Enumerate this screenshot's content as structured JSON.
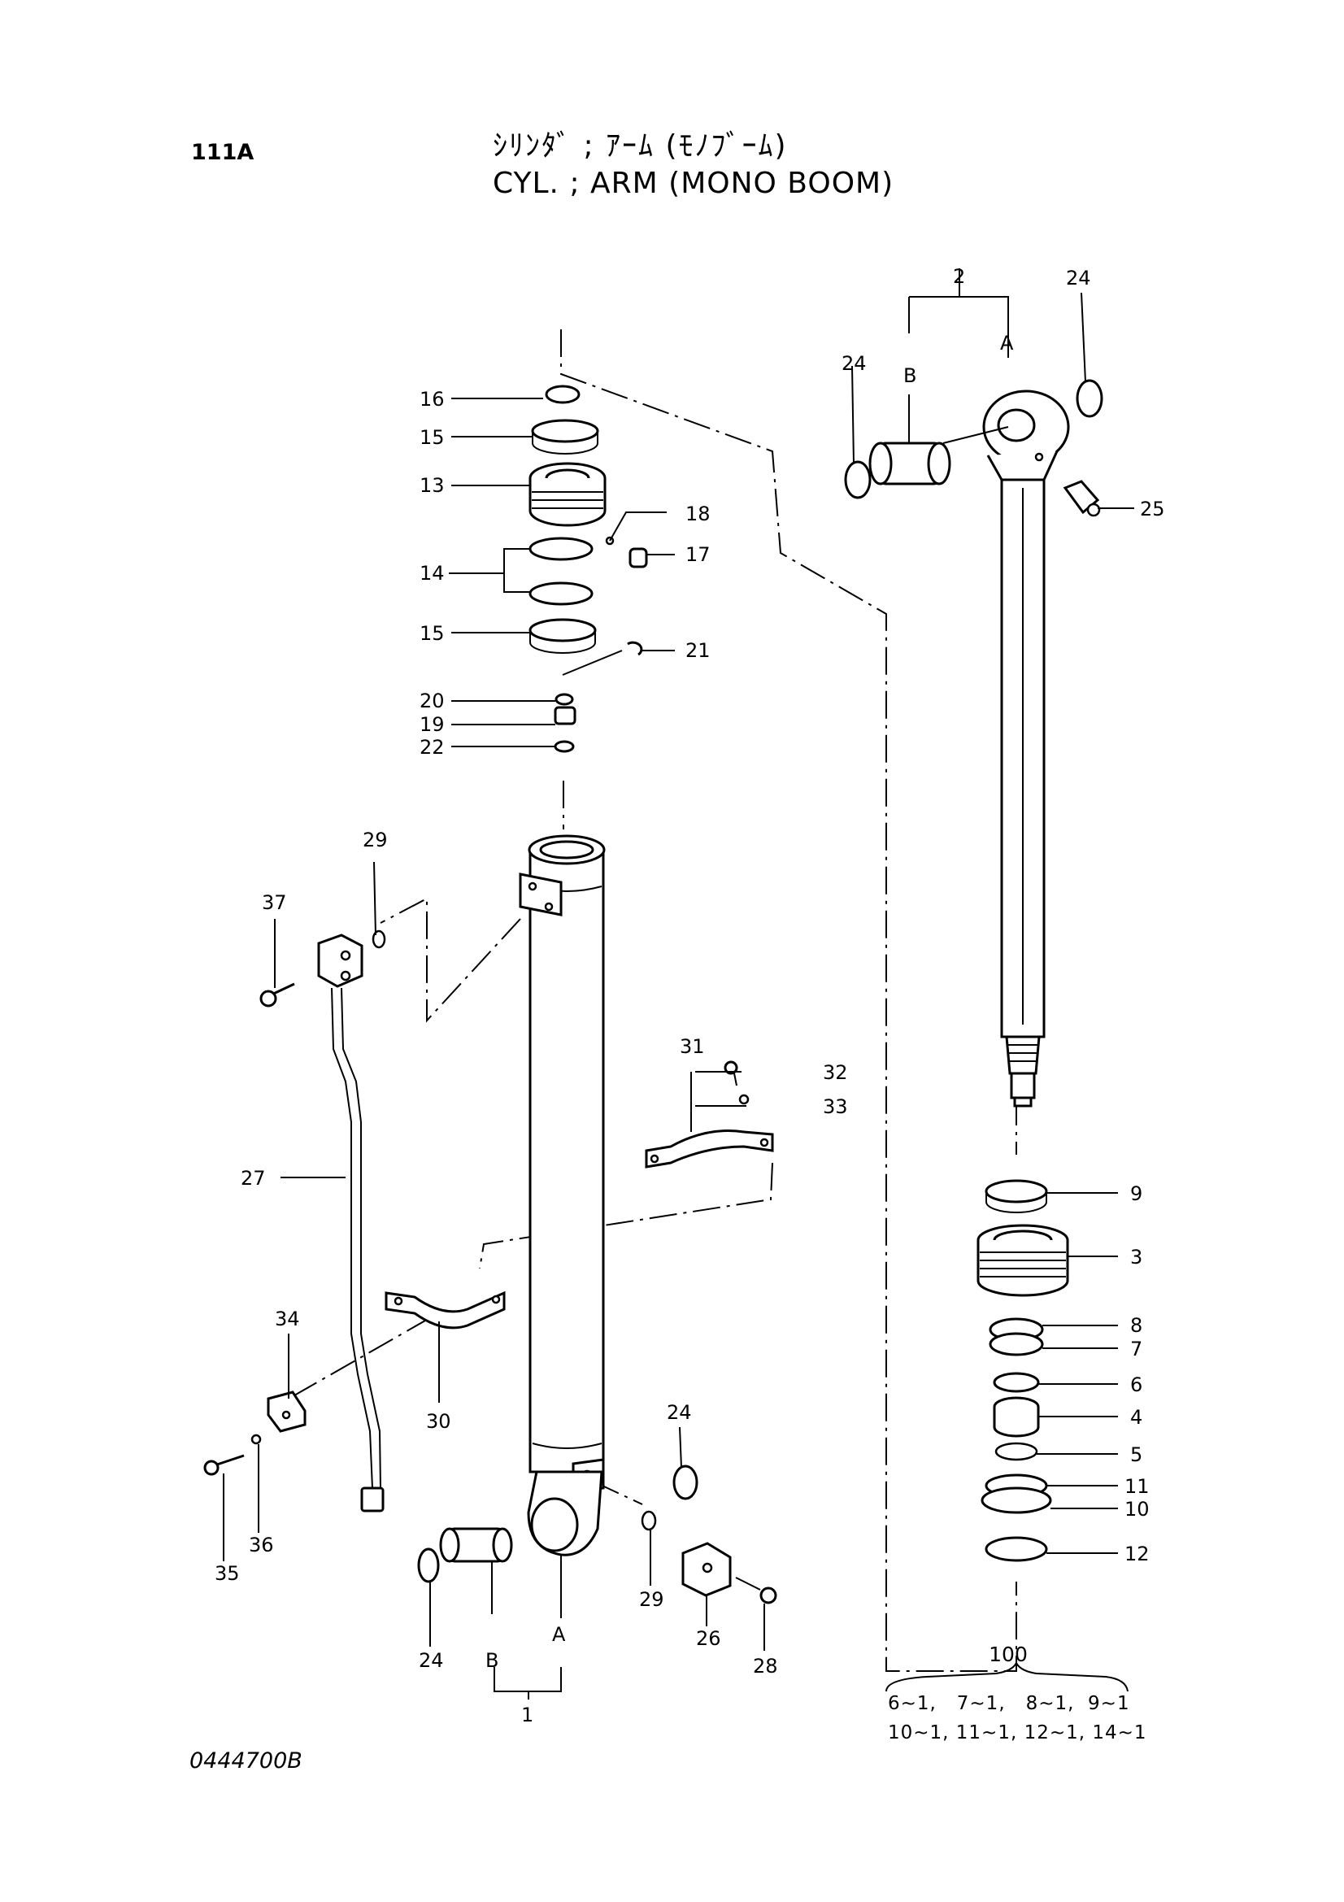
{
  "header": {
    "page_number": "111A",
    "title_jp": "ｼﾘﾝﾀﾞ ; ｱｰﾑ (ﾓﾉﾌﾞｰﾑ)",
    "title_en": "CYL. ; ARM (MONO  BOOM)"
  },
  "footer": {
    "drawing_number": "0444700B"
  },
  "kit": {
    "number": "100",
    "line1": "6~1,   7~1,   8~1,  9~1",
    "line2": "10~1, 11~1, 12~1, 14~1"
  },
  "callouts": {
    "c1": "1",
    "c2": "2",
    "c3": "3",
    "c4": "4",
    "c5": "5",
    "c6": "6",
    "c7": "7",
    "c8": "8",
    "c9": "9",
    "c10": "10",
    "c11": "11",
    "c12": "12",
    "c13": "13",
    "c14": "14",
    "c15a": "15",
    "c15b": "15",
    "c16": "16",
    "c17": "17",
    "c18": "18",
    "c19": "19",
    "c20": "20",
    "c21": "21",
    "c22": "22",
    "c24a": "24",
    "c24b": "24",
    "c24c": "24",
    "c24d": "24",
    "c25": "25",
    "c26": "26",
    "c27": "27",
    "c28": "28",
    "c29a": "29",
    "c29b": "29",
    "c30": "30",
    "c31": "31",
    "c32": "32",
    "c33": "33",
    "c34": "34",
    "c35": "35",
    "c36": "36",
    "c37": "37",
    "a_rod": "A",
    "b_rod": "B",
    "a_tube": "A",
    "b_tube": "B"
  }
}
